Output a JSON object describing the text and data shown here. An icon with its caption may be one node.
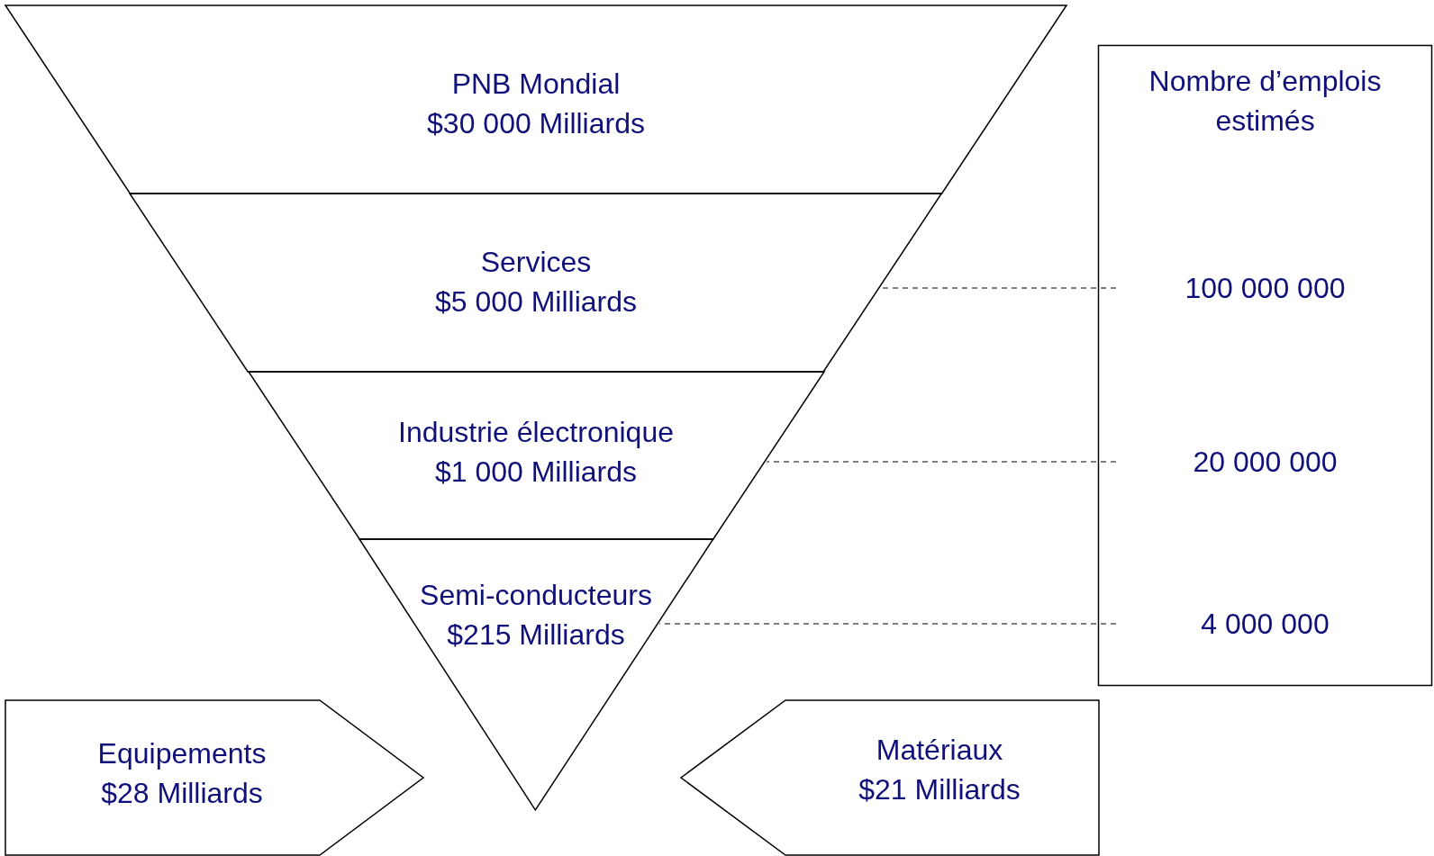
{
  "diagram": {
    "nodes": [
      {
        "text": [
          "PNB Mondial",
          "$30 000 Milliards"
        ]
      },
      {
        "text": [
          "Services",
          "$5 000 Milliards"
        ]
      },
      {
        "text": [
          "Industrie électronique",
          "$1 000 Milliards"
        ]
      },
      {
        "text": [
          "Semi-conducteurs",
          "$215 Milliards"
        ]
      },
      {
        "text": [
          "Nombre d’emplois estimés"
        ]
      },
      {
        "text": [
          "100 000 000"
        ],
        "in": 4
      },
      {
        "text": [
          "20 000 000"
        ],
        "in": 4
      },
      {
        "text": [
          "4 000 000"
        ],
        "in": 4
      },
      {
        "text": [
          "Equipements",
          "$28 Milliards"
        ]
      },
      {
        "text": [
          "Matériaux",
          "$21 Milliards"
        ]
      }
    ],
    "edges": [
      {
        "from": 1,
        "to": 5,
        "arrow": "none",
        "style": "dashed"
      },
      {
        "from": 2,
        "to": 6,
        "arrow": "none",
        "style": "dashed"
      },
      {
        "from": 3,
        "to": 7,
        "arrow": "none",
        "style": "dashed"
      }
    ]
  }
}
